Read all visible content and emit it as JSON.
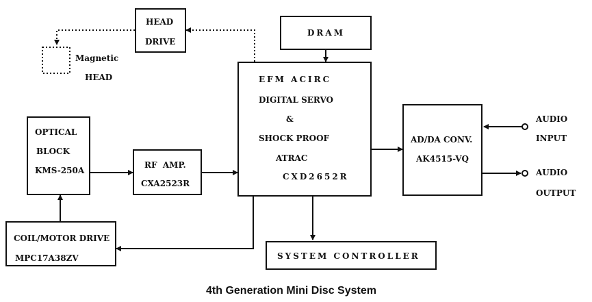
{
  "blocks": {
    "head_drive": [
      "HEAD",
      "DRIVE"
    ],
    "magnetic_head": [
      "Magnetic",
      "HEAD"
    ],
    "dram": "DRAM",
    "main_ic": [
      "EFM ACIRC",
      "DIGITAL SERVO",
      "&",
      "SHOCK PROOF",
      "ATRAC",
      "CXD2652R"
    ],
    "optical_block": [
      "OPTICAL",
      "BLOCK",
      "KMS-250A"
    ],
    "rf_amp": [
      "RF  AMP.",
      "CXA2523R"
    ],
    "adda": [
      "AD/DA CONV.",
      "AK4515-VQ"
    ],
    "coil_motor": [
      "COIL/MOTOR DRIVE",
      "MPC17A38ZV"
    ],
    "system_controller": "SYSTEM CONTROLLER"
  },
  "io": {
    "audio_input": [
      "AUDIO",
      "INPUT"
    ],
    "audio_output": [
      "AUDIO",
      "OUTPUT"
    ]
  },
  "caption": "4th Generation Mini Disc System",
  "colors": {
    "line": "#111111",
    "background": "#ffffff"
  }
}
